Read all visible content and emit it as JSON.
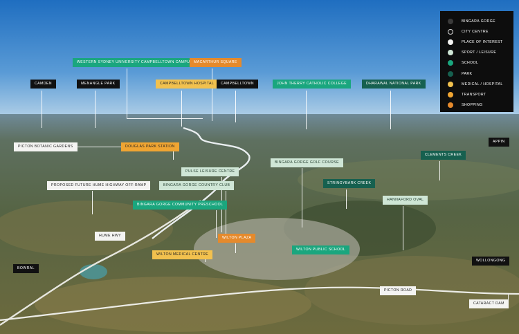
{
  "colors": {
    "sky": "#3f84c8",
    "black": "#111111",
    "white": "#f4f4f2",
    "sport": "#cfe6d6",
    "school": "#1aa67e",
    "park": "#16604f",
    "medical": "#f2c14e",
    "transport": "#f0a532",
    "shopping": "#e58a2c"
  },
  "legend": {
    "items": [
      {
        "label": "BINGARA GORGE",
        "color": "#3a3a3a",
        "icon": "filled-circle"
      },
      {
        "label": "CITY CENTRE",
        "color": "#111111",
        "icon": "outlined-circle"
      },
      {
        "label": "PLACE OF INTEREST",
        "color": "#f4f4f2",
        "icon": "filled-circle"
      },
      {
        "label": "SPORT / LEISURE",
        "color": "#cfe6d6",
        "icon": "filled-circle"
      },
      {
        "label": "SCHOOL",
        "color": "#1aa67e",
        "icon": "filled-circle"
      },
      {
        "label": "PARK",
        "color": "#16604f",
        "icon": "filled-circle"
      },
      {
        "label": "MEDICAL / HOSPITAL",
        "color": "#f2c14e",
        "icon": "filled-circle"
      },
      {
        "label": "TRANSPORT",
        "color": "#f0a532",
        "icon": "filled-circle"
      },
      {
        "label": "SHOPPING",
        "color": "#e58a2c",
        "icon": "filled-circle"
      }
    ]
  },
  "labels": {
    "wsu": "WESTERN SYDNEY UNIVERSITY CAMPBELLTOWN CAMPUS",
    "macarthur": "MACARTHUR SQUARE",
    "camden": "CAMDEN",
    "menangle": "MENANGLE PARK",
    "campbelltown_hospital": "CAMPBELLTOWN HOSPITAL",
    "campbelltown": "CAMPBELLTOWN",
    "john_therry": "JOHN THERRY CATHOLIC COLLEGE",
    "dharawal": "DHARAWAL NATIONAL PARK",
    "picton_gardens": "PICTON BOTANIC GARDENS",
    "douglas_park": "DOUGLAS PARK STATION",
    "appin": "APPIN",
    "clements": "CLEMENTS CREEK",
    "pulse": "PULSE LEISURE CENTRE",
    "golf": "BINGARA GORGE GOLF COURSE",
    "hume_offramp": "PROPOSED FUTURE HUME HIGHWAY OFF-RAMP",
    "country_club": "BINGARA GORGE COUNTRY CLUB",
    "stringybark": "STRINGYBARK CREEK",
    "hannaford": "HANNAFORD OVAL",
    "preschool": "BINGARA GORGE COMMUNITY PRESCHOOL",
    "hume_hwy": "HUME HWY",
    "wilton_plaza": "WILTON PLAZA",
    "wilton_public": "WILTON PUBLIC SCHOOL",
    "wilton_medical": "WILTON MEDICAL CENTRE",
    "bowral": "BOWRAL",
    "wollongong": "WOLLONGONG",
    "picton_road": "PICTON ROAD",
    "cataract": "CATARACT DAM"
  }
}
